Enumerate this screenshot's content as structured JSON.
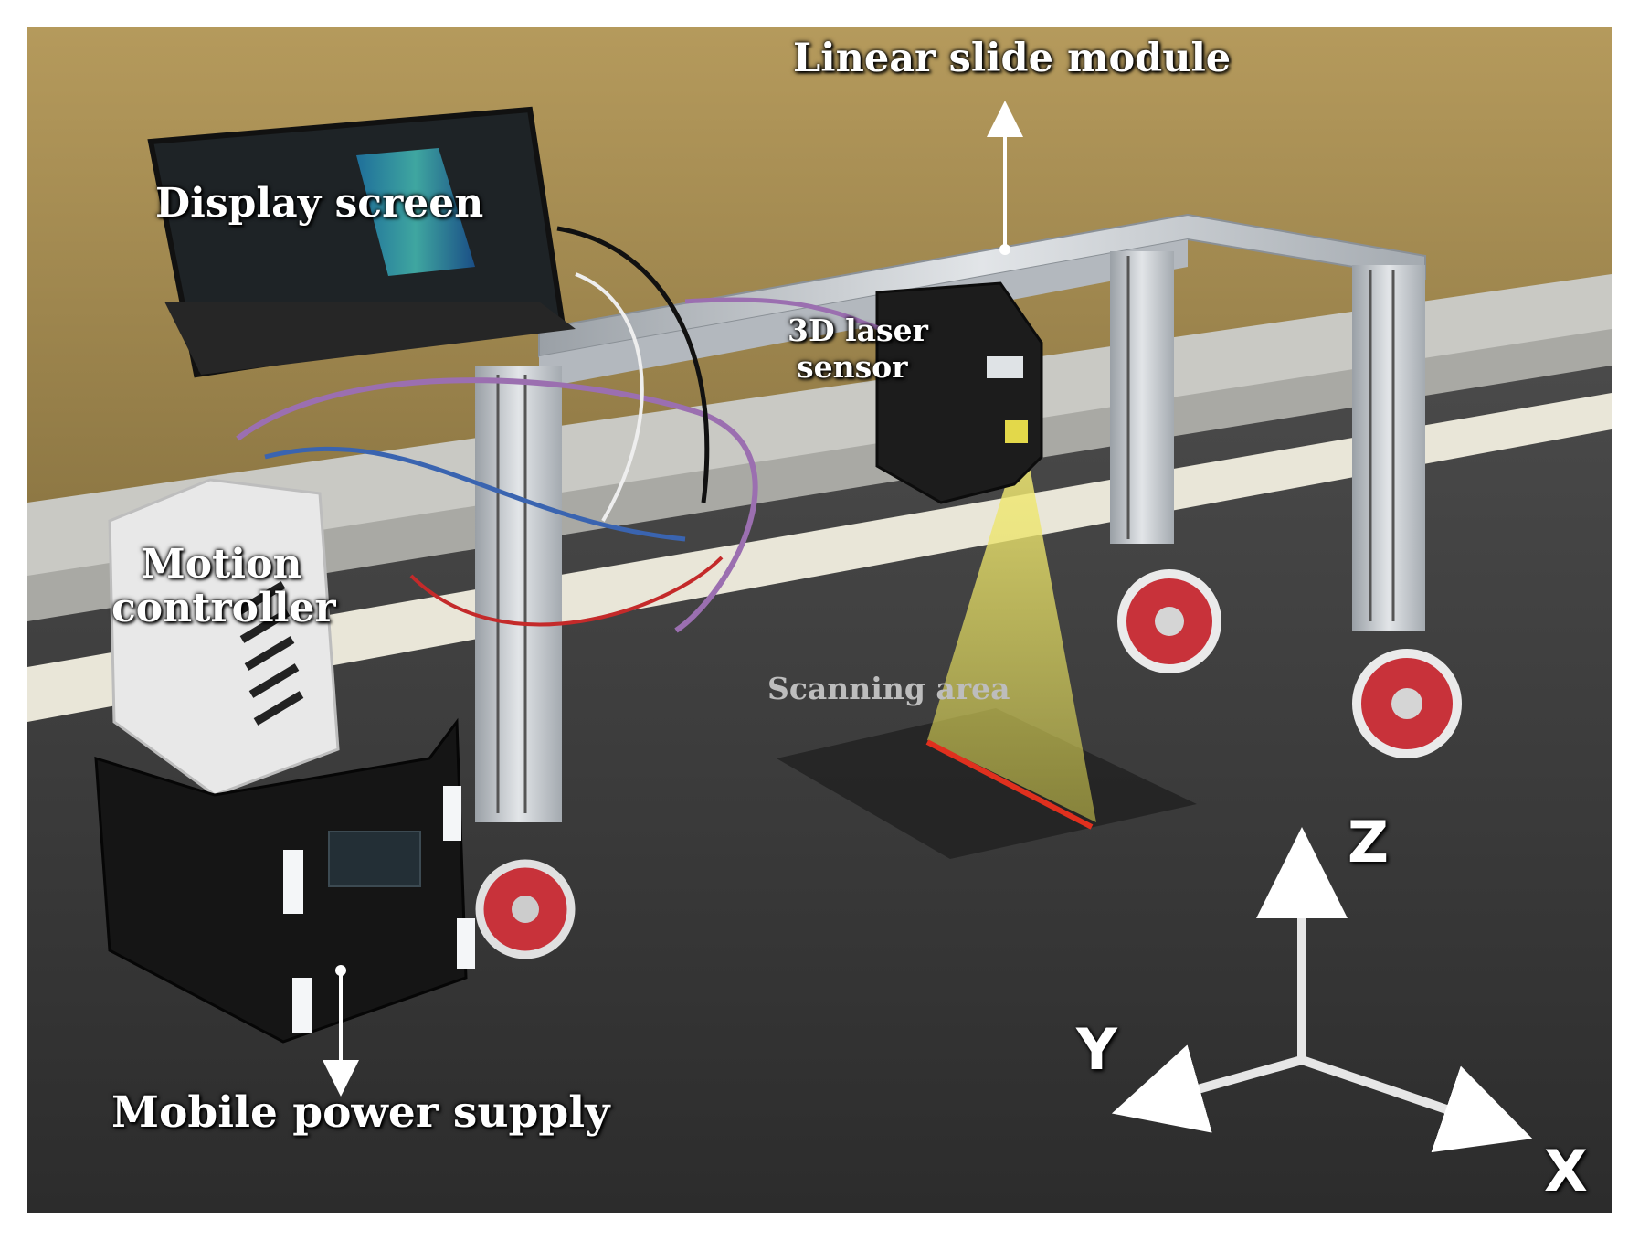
{
  "figure": {
    "labels": {
      "linear_slide_module": "Linear slide module",
      "display_screen": "Display screen",
      "laser_sensor_line1": "3D laser",
      "laser_sensor_line2": "sensor",
      "motion_controller_line1": "Motion",
      "motion_controller_line2": "controller",
      "scanning_area": "Scanning area",
      "mobile_power_supply": "Mobile power supply"
    },
    "axes": {
      "z": "Z",
      "y": "Y",
      "x": "X"
    },
    "colors": {
      "grass": "#a48a4e",
      "asphalt": "#3a3a3a",
      "curb": "#c9c9c4",
      "lane_line": "#e9e6d8",
      "aluminum": "#c8ccd0",
      "laser_beam": "#e8e066",
      "scan_line": "#e0301e",
      "wheel": "#c8323a",
      "label_text": "#ffffff"
    }
  }
}
